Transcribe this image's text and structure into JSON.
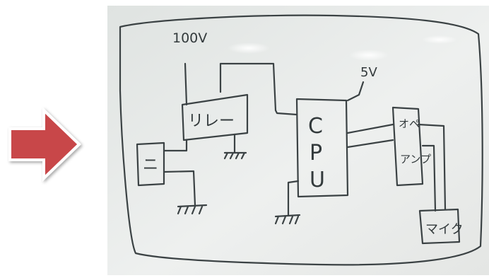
{
  "colors": {
    "arrow_fill": "#c8474a",
    "board_background": "#e9ebea",
    "ink": "#3b4244"
  },
  "icons": {
    "arrow": "right-arrow-icon"
  },
  "diagram": {
    "voltage_100": "100V",
    "voltage_5": "5V",
    "relay": "リレー",
    "device_left": "ニ",
    "cpu": [
      "C",
      "P",
      "U"
    ],
    "opamp": [
      "オペ",
      "アンプ"
    ],
    "mic": "マイク"
  }
}
